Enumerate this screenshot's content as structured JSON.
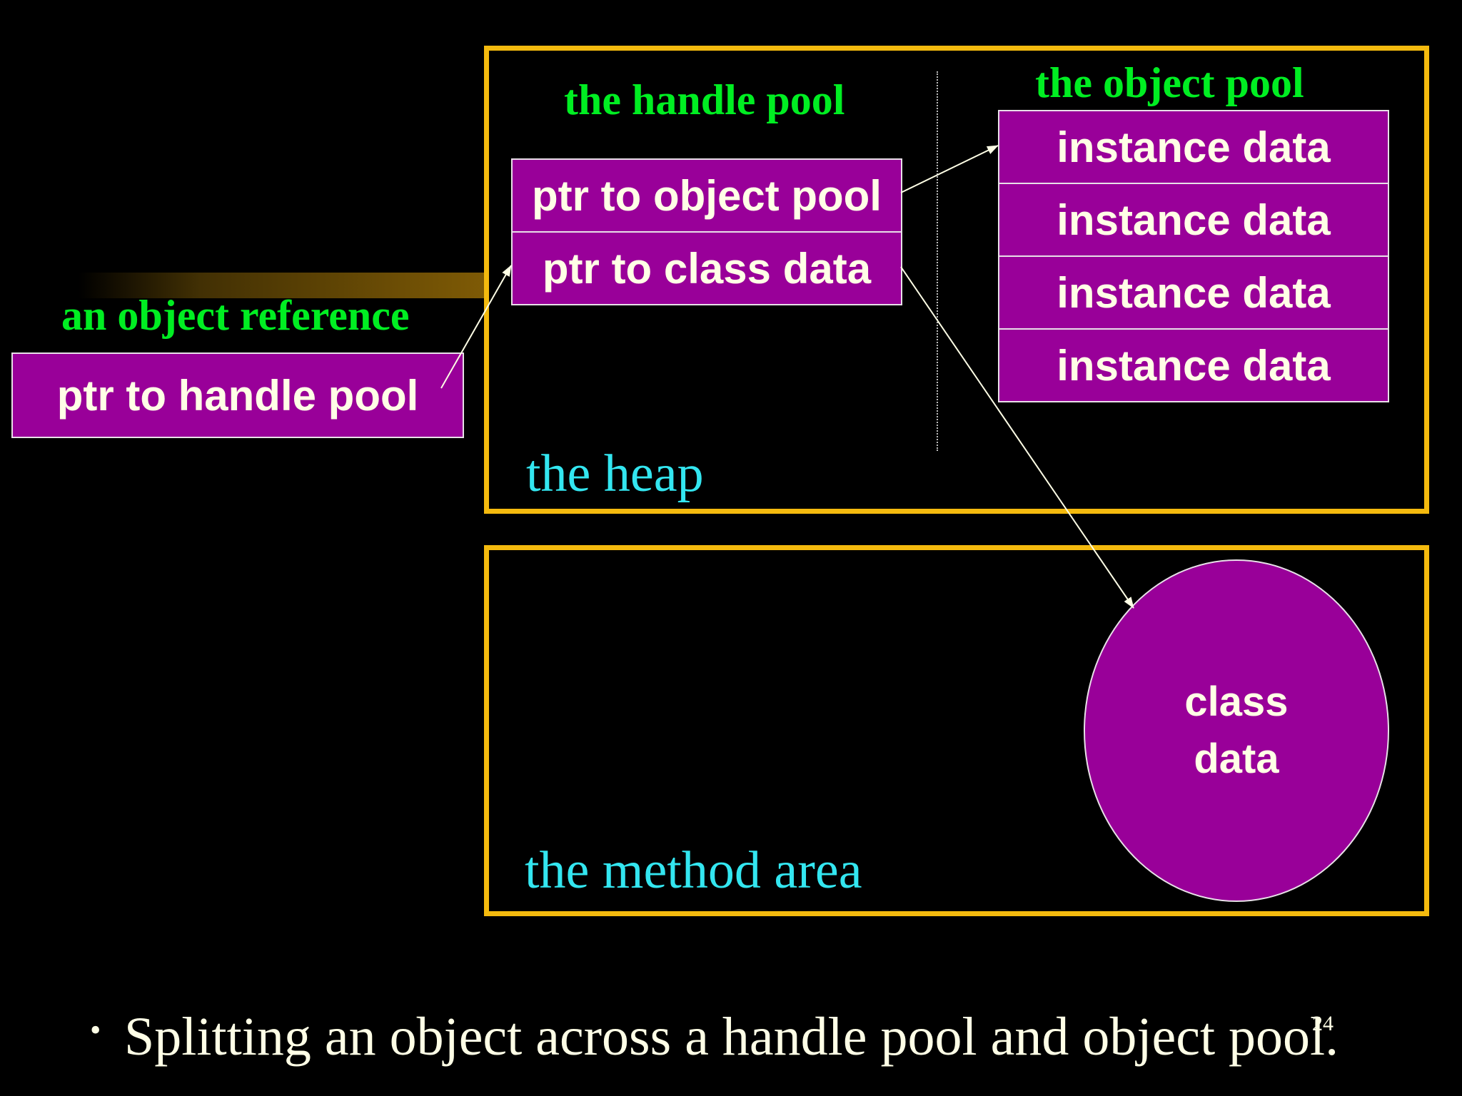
{
  "labels": {
    "handle_pool": "the handle pool",
    "object_pool": "the object pool",
    "object_reference": "an object reference",
    "heap": "the heap",
    "method_area": "the method area"
  },
  "reference_box": "ptr to handle pool",
  "handle_entries": [
    "ptr to object pool",
    "ptr to class data"
  ],
  "object_pool_entries": [
    "instance data",
    "instance data",
    "instance data",
    "instance data"
  ],
  "class_data": {
    "line1": "class",
    "line2": "data"
  },
  "caption": "Splitting an object across a handle pool and object pool.",
  "page_number": "24",
  "colors": {
    "region_border": "#F4BA0E",
    "box_fill": "#990099",
    "label_green": "#00EE22",
    "label_cyan": "#33E6F0",
    "text_cream": "#FFFFE6"
  }
}
